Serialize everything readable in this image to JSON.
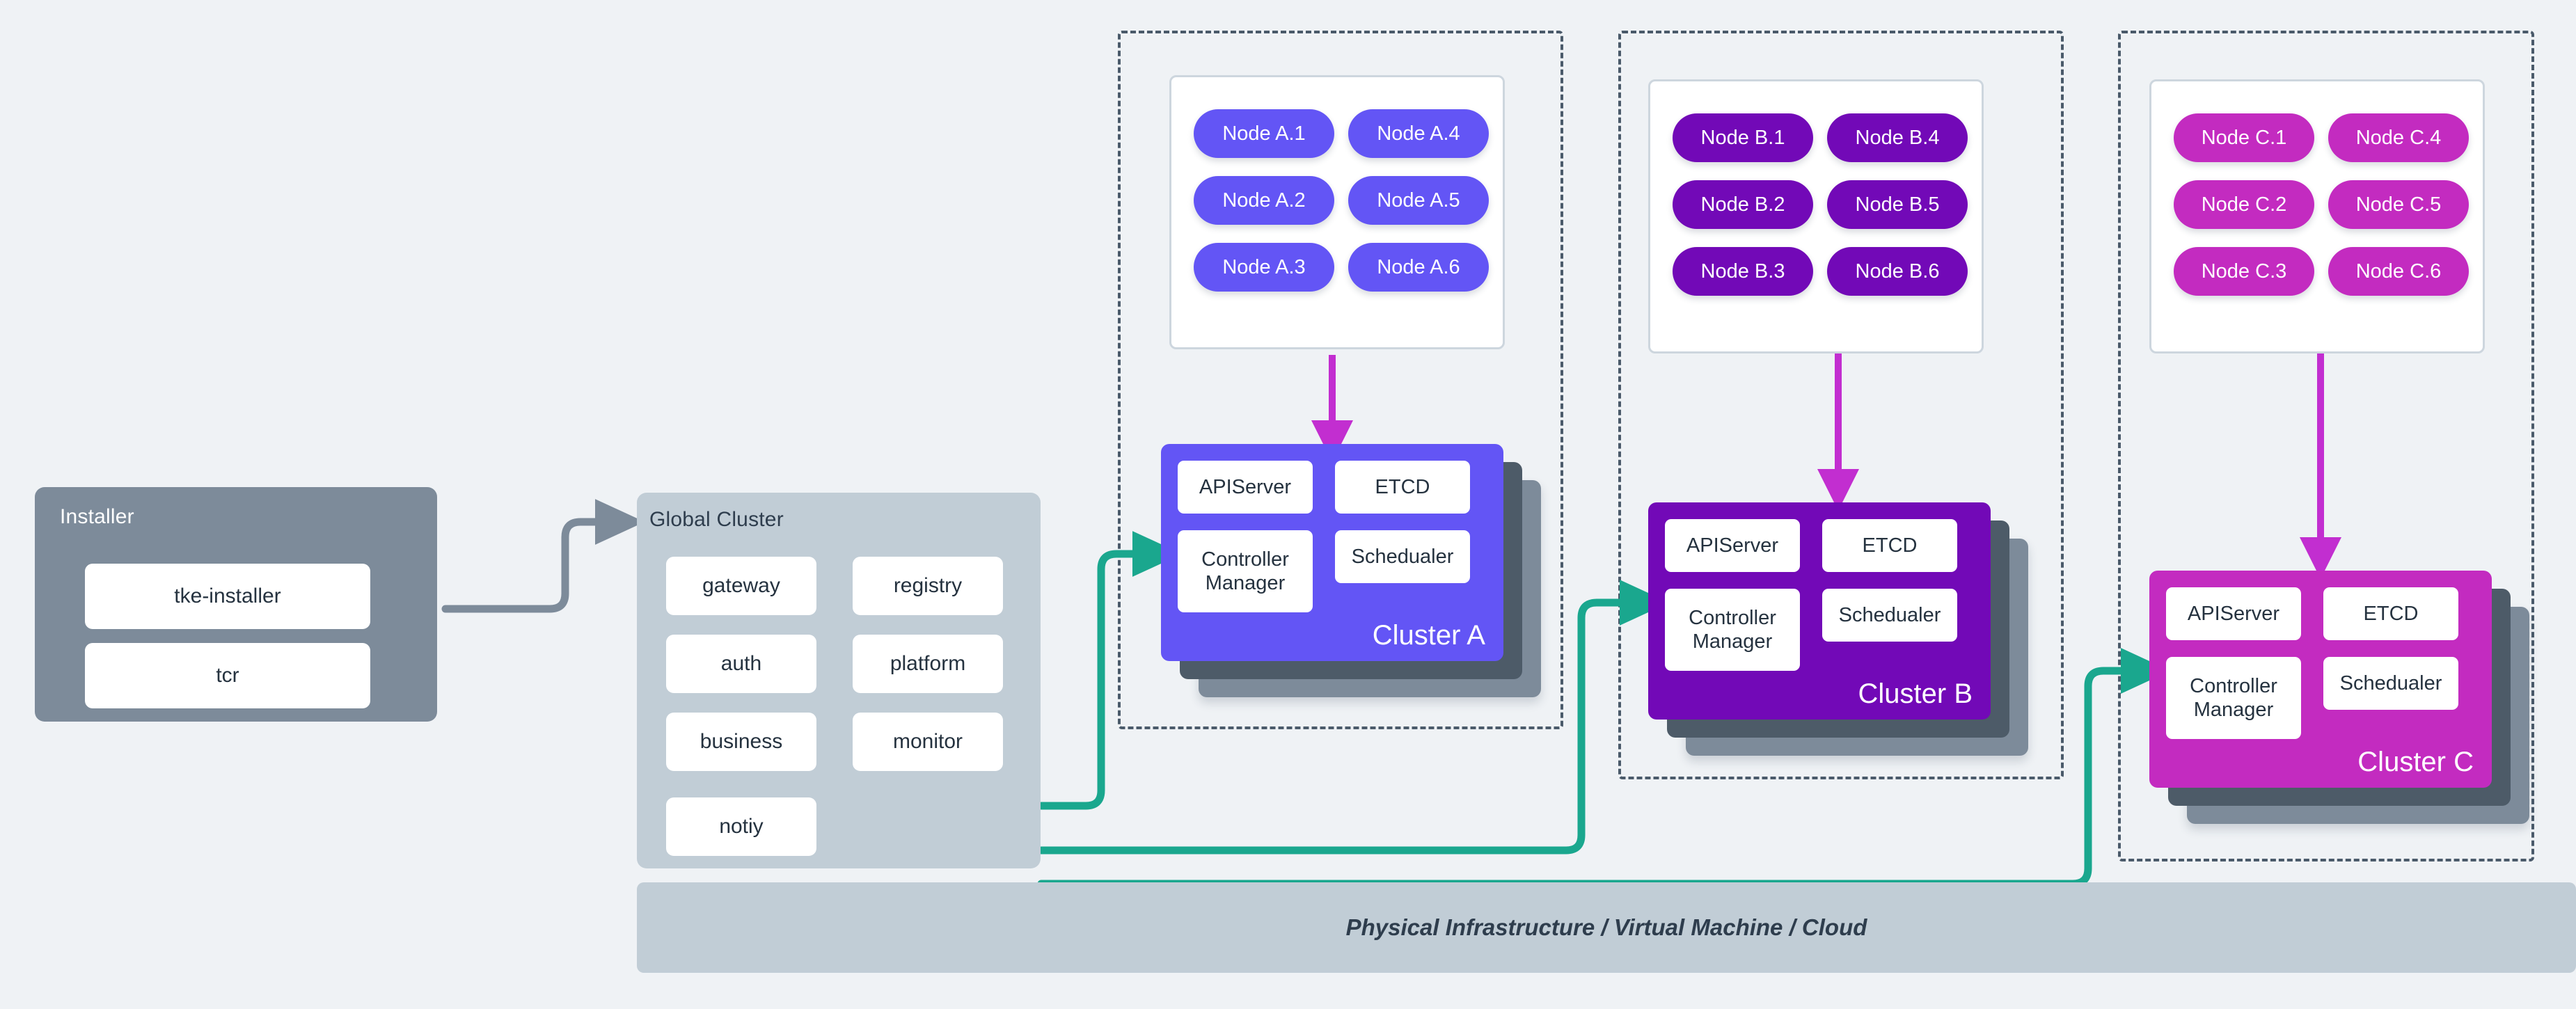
{
  "palette": {
    "background": "#eff2f5",
    "installer_panel": "#7d8b9a",
    "global_panel": "#c1cdd6",
    "chip_white": "#ffffff",
    "text_dark": "#25323f",
    "region_dash": "#4a5a6a",
    "arrow_gray": "#7d8b9a",
    "arrow_teal": "#1aa78e",
    "arrow_magenta": "#c22ed0",
    "cluster_a": "#6355f5",
    "cluster_b": "#7209b7",
    "cluster_c": "#c32bc0",
    "shadow_dark": "#4d5b68",
    "shadow_light": "#7d8b9a"
  },
  "installer": {
    "title": "Installer",
    "chips": [
      {
        "label": "tke-installer"
      },
      {
        "label": "tcr"
      }
    ]
  },
  "global_cluster": {
    "title": "Global Cluster",
    "chips": [
      {
        "label": "gateway"
      },
      {
        "label": "registry"
      },
      {
        "label": "auth"
      },
      {
        "label": "platform"
      },
      {
        "label": "business"
      },
      {
        "label": "monitor"
      },
      {
        "label": "notiy"
      }
    ]
  },
  "clusters": [
    {
      "id": "a",
      "name": "Cluster A",
      "color": "#6355f5",
      "nodes": [
        {
          "label": "Node A.1"
        },
        {
          "label": "Node A.4"
        },
        {
          "label": "Node A.2"
        },
        {
          "label": "Node A.5"
        },
        {
          "label": "Node A.3"
        },
        {
          "label": "Node A.6"
        }
      ],
      "components": {
        "apiserver": "APIServer",
        "etcd": "ETCD",
        "controller_manager": "Controller Manager",
        "scheduler": "Schedualer"
      }
    },
    {
      "id": "b",
      "name": "Cluster B",
      "color": "#7209b7",
      "nodes": [
        {
          "label": "Node B.1"
        },
        {
          "label": "Node B.4"
        },
        {
          "label": "Node B.2"
        },
        {
          "label": "Node B.5"
        },
        {
          "label": "Node B.3"
        },
        {
          "label": "Node B.6"
        }
      ],
      "components": {
        "apiserver": "APIServer",
        "etcd": "ETCD",
        "controller_manager": "Controller Manager",
        "scheduler": "Schedualer"
      }
    },
    {
      "id": "c",
      "name": "Cluster C",
      "color": "#c32bc0",
      "nodes": [
        {
          "label": "Node C.1"
        },
        {
          "label": "Node C.4"
        },
        {
          "label": "Node C.2"
        },
        {
          "label": "Node C.5"
        },
        {
          "label": "Node C.3"
        },
        {
          "label": "Node C.6"
        }
      ],
      "components": {
        "apiserver": "APIServer",
        "etcd": "ETCD",
        "controller_manager": "Controller Manager",
        "scheduler": "Schedualer"
      }
    }
  ],
  "infrastructure": {
    "label": "Physical Infrastructure / Virtual Machine / Cloud"
  }
}
